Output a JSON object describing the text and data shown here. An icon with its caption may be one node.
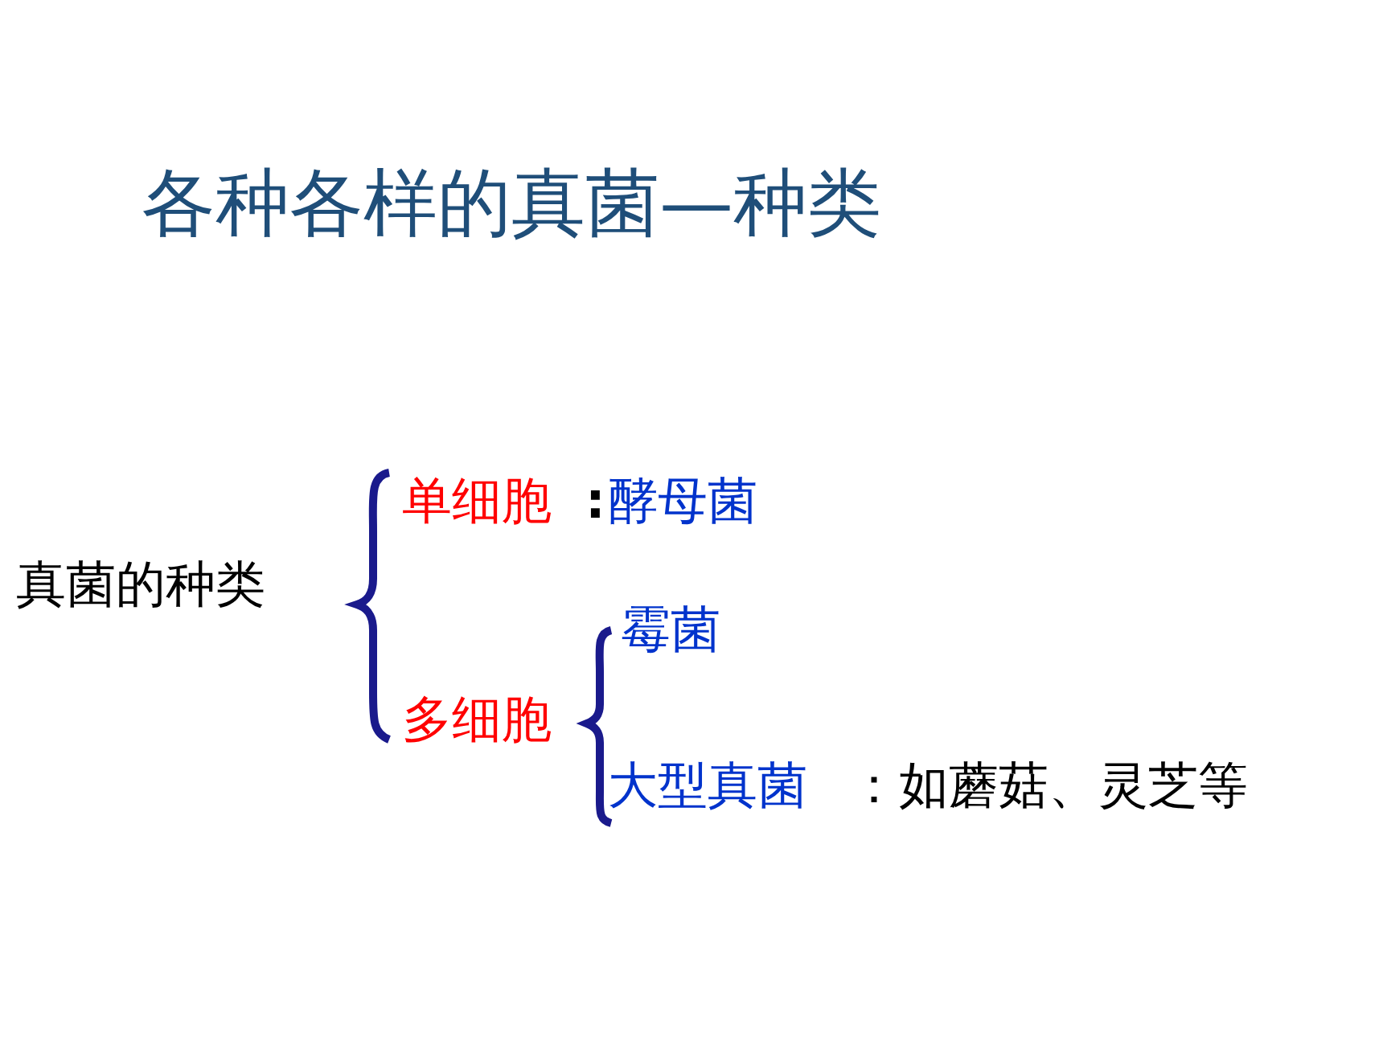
{
  "diagram": {
    "title": "各种各样的真菌—种类",
    "labels": [
      "真菌的种类",
      "单细胞",
      ":",
      "酵母菌",
      "霉菌",
      "多细胞",
      "大型真菌",
      "：如蘑菇、灵芝等"
    ]
  }
}
